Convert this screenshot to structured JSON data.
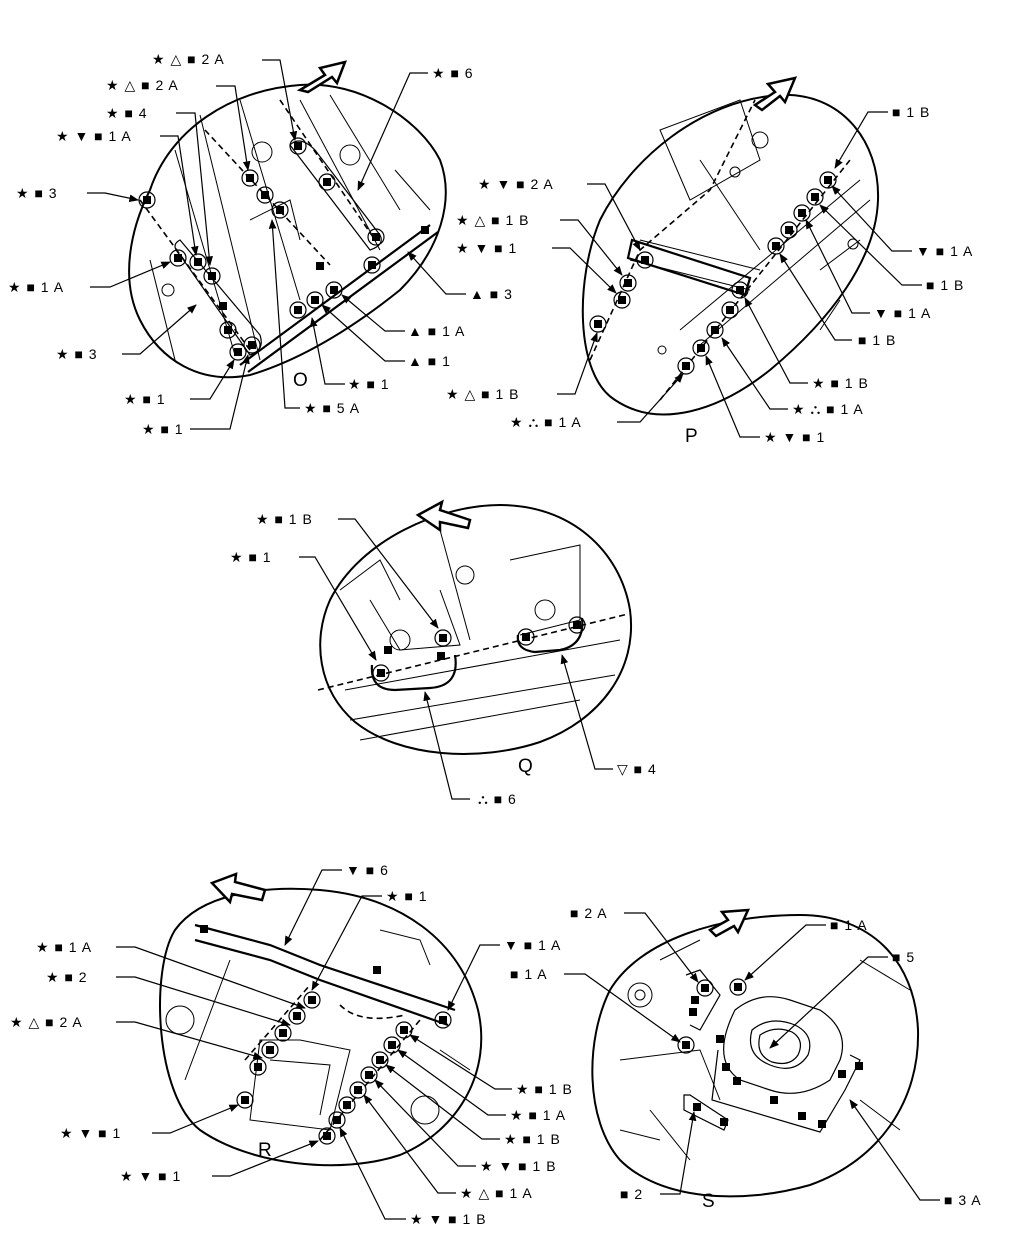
{
  "symbols": {
    "star": "★",
    "square": "■",
    "tri_open": "△",
    "tri_filled": "▲",
    "tri_down_filled": "▼",
    "tri_down_open": "▽",
    "tri_cluster": "⛬"
  },
  "views": [
    {
      "id": "O",
      "caption": "O",
      "callouts": [
        {
          "id": "o1",
          "text": "★ △ ■  2 A"
        },
        {
          "id": "o2",
          "text": "★ △ ■  2 A"
        },
        {
          "id": "o3",
          "text": "★ ■  6"
        },
        {
          "id": "o4",
          "text": "★ ■  4"
        },
        {
          "id": "o5",
          "text": "★ ▼ ■  1 A"
        },
        {
          "id": "o6",
          "text": "★ ■  3"
        },
        {
          "id": "o7",
          "text": "★ ■  1 A"
        },
        {
          "id": "o8",
          "text": "★ ■  3"
        },
        {
          "id": "o9",
          "text": "★ ■  1"
        },
        {
          "id": "o10",
          "text": "★ ■  1"
        },
        {
          "id": "o11",
          "text": "▲ ■  3"
        },
        {
          "id": "o12",
          "text": "▲ ■  1 A"
        },
        {
          "id": "o13",
          "text": "▲ ■  1"
        },
        {
          "id": "o14",
          "text": "★ ■  1"
        },
        {
          "id": "o15",
          "text": "★ ■  5 A"
        }
      ]
    },
    {
      "id": "P",
      "caption": "P",
      "callouts": [
        {
          "id": "p1",
          "text": "■  1 B"
        },
        {
          "id": "p2",
          "text": "★ ▼ ■  2 A"
        },
        {
          "id": "p3",
          "text": "★ △ ■  1 B"
        },
        {
          "id": "p4",
          "text": "★ ▼ ■  1"
        },
        {
          "id": "p5",
          "text": "▼ ■  1 A"
        },
        {
          "id": "p6",
          "text": "■  1 B"
        },
        {
          "id": "p7",
          "text": "▼ ■  1 A"
        },
        {
          "id": "p8",
          "text": "■  1 B"
        },
        {
          "id": "p9",
          "text": "★ ■  1 B"
        },
        {
          "id": "p10",
          "text": "★ △ ■  1 B"
        },
        {
          "id": "p11",
          "text": "★ ⛬ ■  1 A"
        },
        {
          "id": "p12",
          "text": "★ ⛬ ■  1 A"
        },
        {
          "id": "p13",
          "text": "★ ▼ ■  1"
        }
      ]
    },
    {
      "id": "Q",
      "caption": "Q",
      "callouts": [
        {
          "id": "q1",
          "text": "★ ■  1 B"
        },
        {
          "id": "q2",
          "text": "★ ■  1"
        },
        {
          "id": "q3",
          "text": "▽ ■  4"
        },
        {
          "id": "q4",
          "text": "⛬ ■  6"
        }
      ]
    },
    {
      "id": "R",
      "caption": "R",
      "callouts": [
        {
          "id": "r1",
          "text": "▼ ■  6"
        },
        {
          "id": "r2",
          "text": "★ ■  1"
        },
        {
          "id": "r3",
          "text": "★ ■  1 A"
        },
        {
          "id": "r4",
          "text": "★ ■  2"
        },
        {
          "id": "r5",
          "text": "★ △ ■  2 A"
        },
        {
          "id": "r6",
          "text": "▼ ■  1 A"
        },
        {
          "id": "r7",
          "text": "★ ■  1 B"
        },
        {
          "id": "r8",
          "text": "★ ■  1 A"
        },
        {
          "id": "r9",
          "text": "★ ■  1 B"
        },
        {
          "id": "r10",
          "text": "★ ▼ ■  1"
        },
        {
          "id": "r11",
          "text": "★ ▼ ■  1 B"
        },
        {
          "id": "r12",
          "text": "★ ▼ ■  1"
        },
        {
          "id": "r13",
          "text": "★ △ ■  1 A"
        },
        {
          "id": "r14",
          "text": "★ ▼ ■  1 B"
        }
      ]
    },
    {
      "id": "S",
      "caption": "S",
      "callouts": [
        {
          "id": "s1",
          "text": "■  2 A"
        },
        {
          "id": "s2",
          "text": "■  1 A"
        },
        {
          "id": "s3",
          "text": "■  1 A"
        },
        {
          "id": "s4",
          "text": "■  5"
        },
        {
          "id": "s5",
          "text": "■  2"
        },
        {
          "id": "s6",
          "text": "■  3 A"
        }
      ]
    }
  ]
}
